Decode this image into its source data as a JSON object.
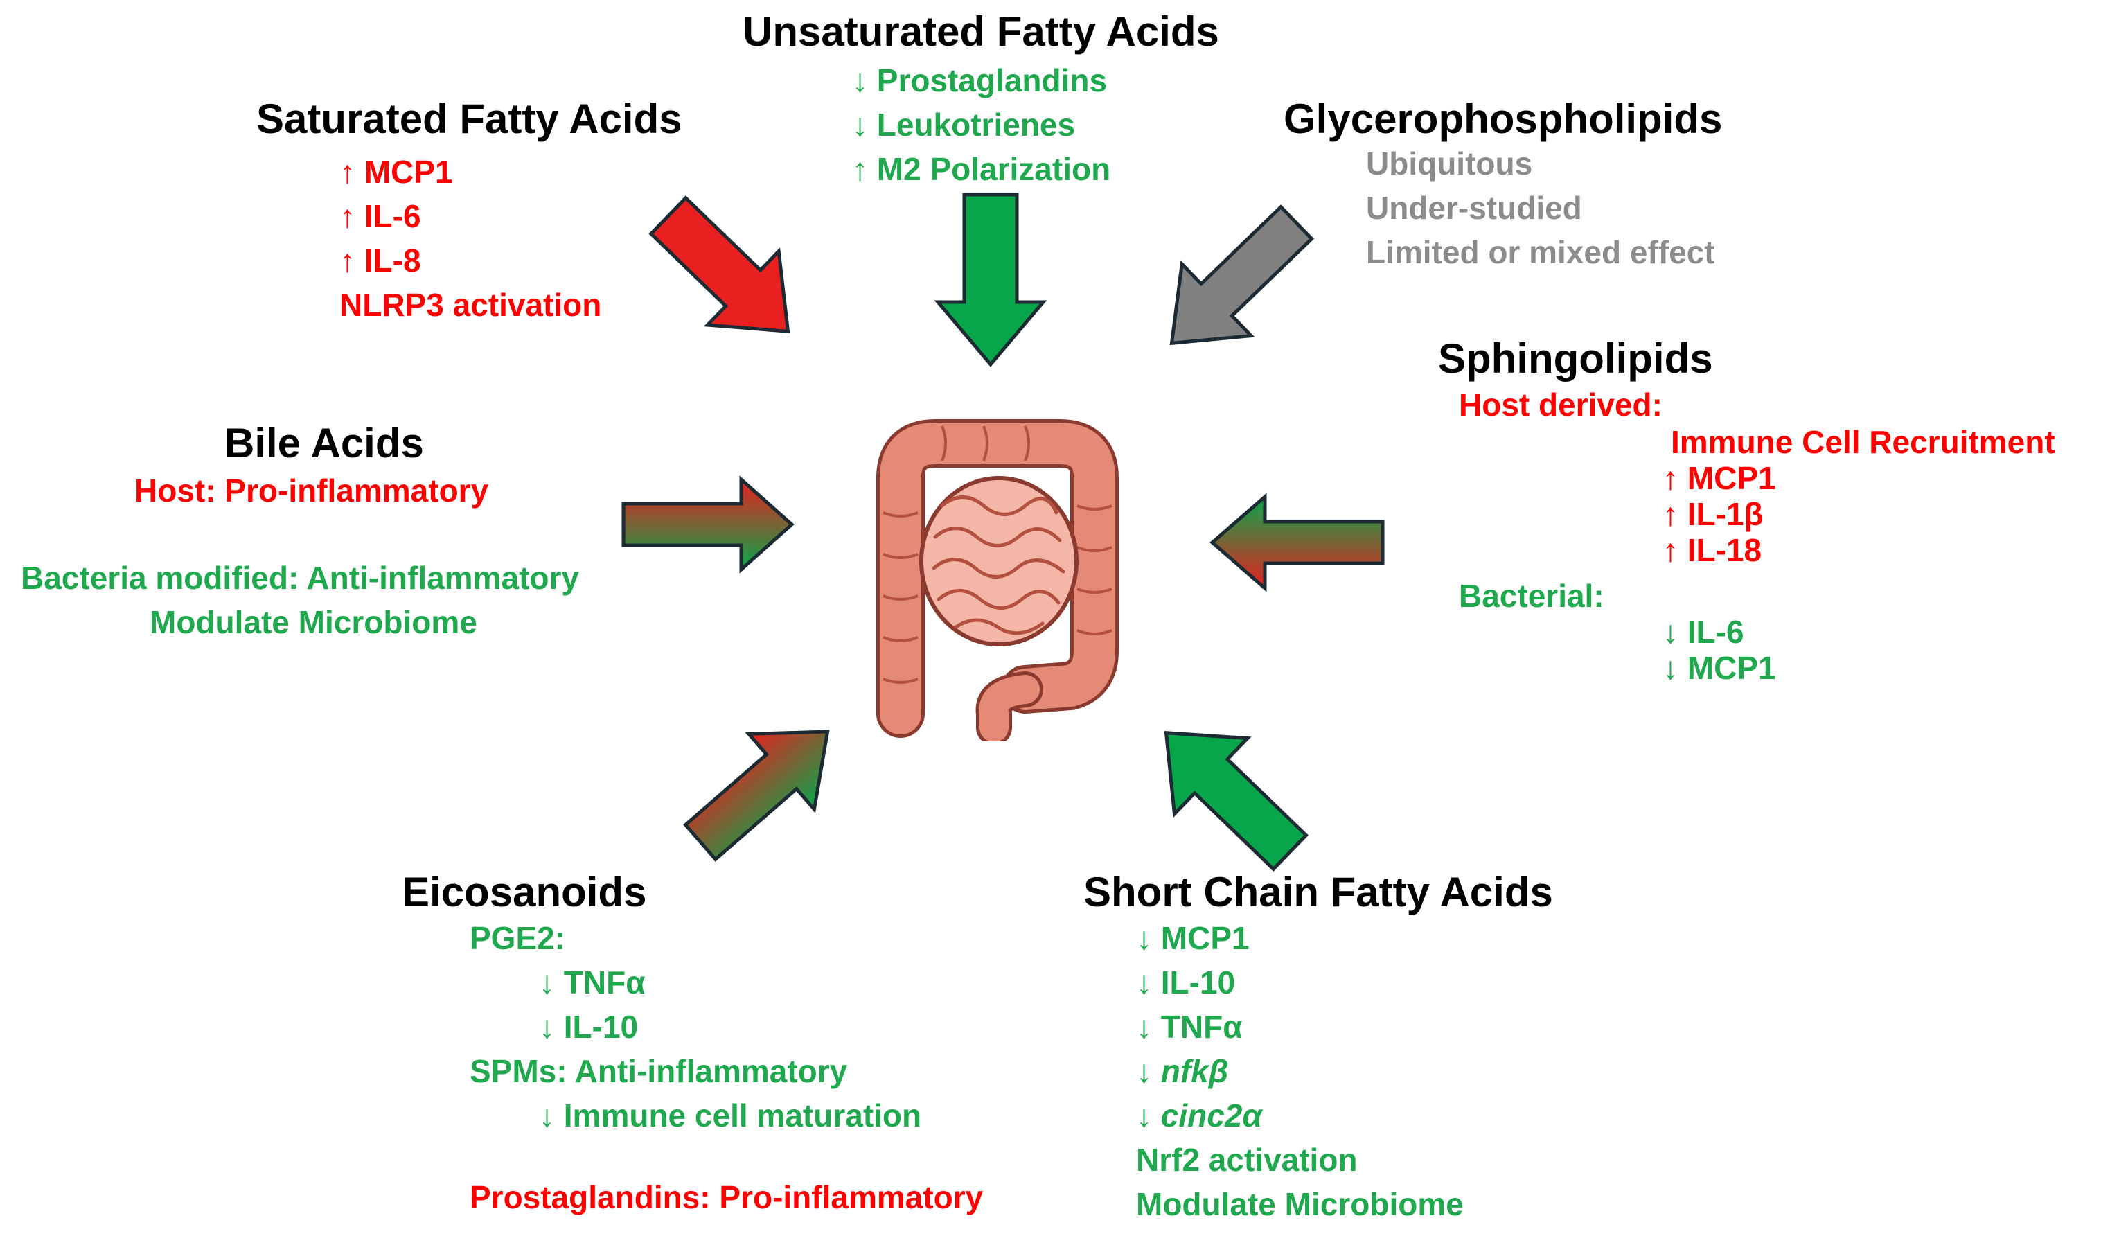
{
  "saturated": {
    "title": "Saturated Fatty Acids",
    "lines": [
      "↑ MCP1",
      "↑ IL-6",
      "↑ IL-8",
      "NLRP3 activation"
    ]
  },
  "unsaturated": {
    "title": "Unsaturated Fatty Acids",
    "lines": [
      "↓ Prostaglandins",
      "↓ Leukotrienes",
      "↑ M2 Polarization"
    ]
  },
  "glycero": {
    "title": "Glycerophospholipids",
    "lines": [
      "Ubiquitous",
      "Under-studied",
      "Limited or mixed effect"
    ]
  },
  "sphingo": {
    "title": "Sphingolipids",
    "host_label": "Host derived:",
    "host_lines": [
      "Immune Cell Recruitment",
      "↑ MCP1",
      "↑ IL-1β",
      "↑ IL-18"
    ],
    "bact_label": "Bacterial:",
    "bact_lines": [
      "↓ IL-6",
      "↓ MCP1"
    ]
  },
  "bile": {
    "title": "Bile Acids",
    "host": "Host: Pro-inflammatory",
    "bacteria": "Bacteria modified: Anti-inflammatory",
    "microbiome": "Modulate Microbiome"
  },
  "eicosanoids": {
    "title": "Eicosanoids",
    "pge2": "PGE2:",
    "pge2_lines": [
      "↓ TNFα",
      "↓ IL-10"
    ],
    "spms": "SPMs: Anti-inflammatory",
    "spms_line": "↓ Immune cell maturation",
    "prosta": "Prostaglandins: Pro-inflammatory"
  },
  "scfa": {
    "title": "Short Chain Fatty Acids",
    "lines": [
      "↓ MCP1",
      "↓ IL-10",
      "↓ TNFα",
      "↓ nfkβ",
      "↓ cinc2α",
      "Nrf2 activation",
      "Modulate Microbiome"
    ]
  },
  "colors": {
    "red": "#ff0000",
    "green": "#1fa84e",
    "gray": "#8c8c8c",
    "arrow_red": "#e8201f",
    "arrow_green": "#07a64a",
    "arrow_gray": "#808080",
    "outline": "#1b2a33"
  },
  "icons": {
    "center": "intestine-icon"
  }
}
